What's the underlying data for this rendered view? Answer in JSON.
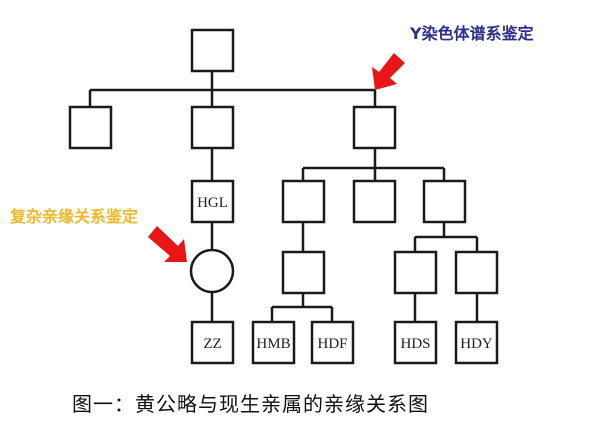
{
  "annotations": {
    "y_chromosome": "Y染色体谱系鉴定",
    "complex_kinship": "复杂亲缘关系鉴定"
  },
  "caption": "图一：黄公略与现生亲属的亲缘关系图",
  "nodes": {
    "hgl": "HGL",
    "zz": "ZZ",
    "hmb": "HMB",
    "hdf": "HDF",
    "hds": "HDS",
    "hdy": "HDY"
  },
  "colors": {
    "arrow": "#e81616",
    "y_label": "#2e2e8f",
    "complex_label": "#f2b82b",
    "line": "#1a1a1a"
  }
}
